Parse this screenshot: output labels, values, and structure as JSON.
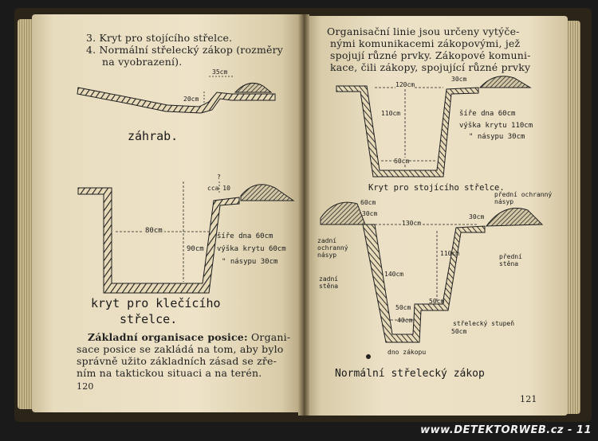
{
  "left_page": {
    "item3": "3. Kryt pro stojícího střelce.",
    "item4_line1": "4. Normální střelecký zákop (rozměry",
    "item4_line2": "na vyobrazení).",
    "fig_zahrab": "záhrab.",
    "zahrab_dim_top": "35cm",
    "zahrab_dim_side": "20cm",
    "kryt_dim_top": "?",
    "kryt_dim_side": "cca 10",
    "kryt_width": "80cm",
    "kryt_depth": "90cm",
    "kryt_notes": [
      "šíře dna 60cm",
      "výška krytu 60cm",
      "\" násypu 30cm"
    ],
    "fig_kryt_line1": "kryt pro klečícího",
    "fig_kryt_line2": "střelce.",
    "para_title": "Základní organisace posice:",
    "para_line1_rest": "Organi-",
    "para_line2": "sace posice se zakládá na tom, aby bylo",
    "para_line3": "správně užito základních zásad se zře-",
    "para_line4": "ním na taktickou situaci a na terén.",
    "page_number": "120"
  },
  "right_page": {
    "line1": "Organisační linie jsou určeny vytýče-",
    "line2": "nými komunikacemi zákopovými, jež",
    "line3": "spojují různé prvky. Zákopové komuni-",
    "line4": "kace, čili zákopy, spojující různé prvky",
    "fig1_dims": [
      "120cm",
      "110cm",
      "60cm",
      "30cm"
    ],
    "fig1_notes": [
      "šíře dna 60cm",
      "výška krytu 110cm",
      "\" násypu 30cm"
    ],
    "fig1_caption": "Kryt pro stojícího střelce.",
    "fig2_labels": {
      "predni_ochranny_nasyp": "přední ochranný násyp",
      "zadni_ochranny_nasyp": "zadní ochranný násyp",
      "zadni_stena": "zadní stěna",
      "predni_stena": "přední stěna",
      "strelecky_stupen": "střelecký stupeň",
      "dno_zakopu": "dno zákopu"
    },
    "fig2_dims": [
      "60cm",
      "30cm",
      "130cm",
      "110cm",
      "140cm",
      "50cm",
      "50cm",
      "40cm",
      "50cm"
    ],
    "fig2_caption": "Normální střelecký zákop",
    "page_number": "121"
  },
  "watermark": "www.DETEKTORWEB.cz - 11"
}
